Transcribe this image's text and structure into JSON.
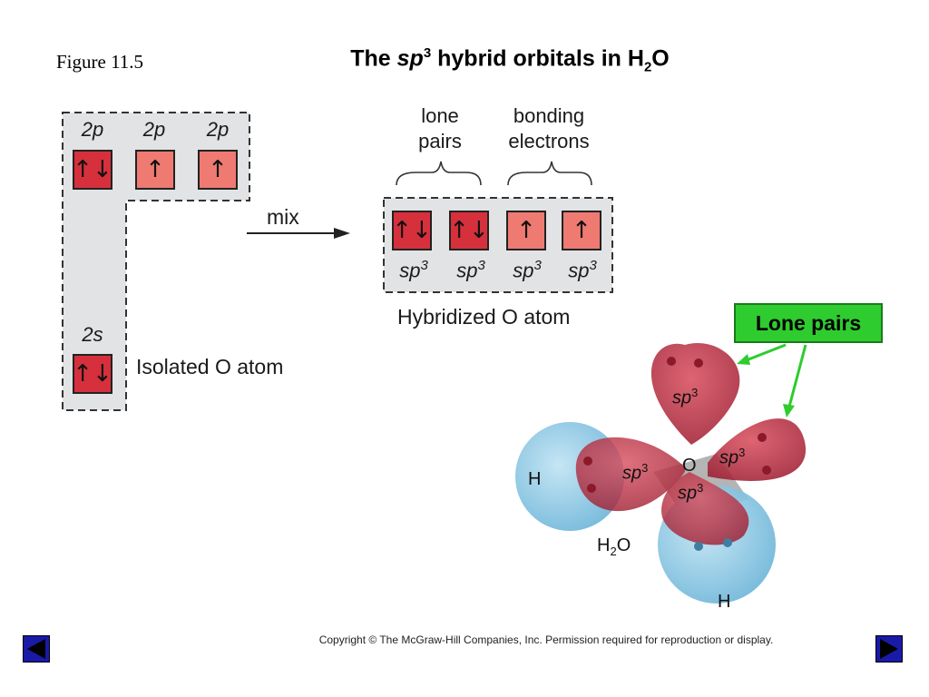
{
  "figure_label": "Figure 11.5",
  "title": {
    "pre": "The ",
    "sp": "sp",
    "sup": "3",
    "mid": " hybrid orbitals in H",
    "sub": "2",
    "post": "O"
  },
  "isolated": {
    "p_labels": [
      "2p",
      "2p",
      "2p"
    ],
    "p_arrows": [
      "↑↓",
      "↑",
      "↑"
    ],
    "s_label": "2s",
    "s_arrow": "↑↓",
    "caption": "Isolated O atom"
  },
  "mix_label": "mix",
  "hybridized": {
    "group_left": [
      "lone",
      "pairs"
    ],
    "group_right": [
      "bonding",
      "electrons"
    ],
    "arrows": [
      "↑↓",
      "↑↓",
      "↑",
      "↑"
    ],
    "orbital_labels": [
      "sp",
      "sp",
      "sp",
      "sp"
    ],
    "superscript": "3",
    "caption": "Hybridized O atom"
  },
  "molecule": {
    "callout": "Lone pairs",
    "center": "O",
    "h_left": "H",
    "h_bottom": "H",
    "formula": {
      "pre": "H",
      "sub": "2",
      "post": "O"
    },
    "sp_labels": [
      "sp",
      "sp",
      "sp",
      "sp"
    ],
    "superscript": "3"
  },
  "copyright": "Copyright © The McGraw-Hill Companies, Inc. Permission required for reproduction or display.",
  "colors": {
    "paired": "#d6303c",
    "single": "#ee7a72",
    "panel": "#e2e3e4",
    "callout": "#2ecc2e",
    "nav": "#1a1aa8"
  }
}
